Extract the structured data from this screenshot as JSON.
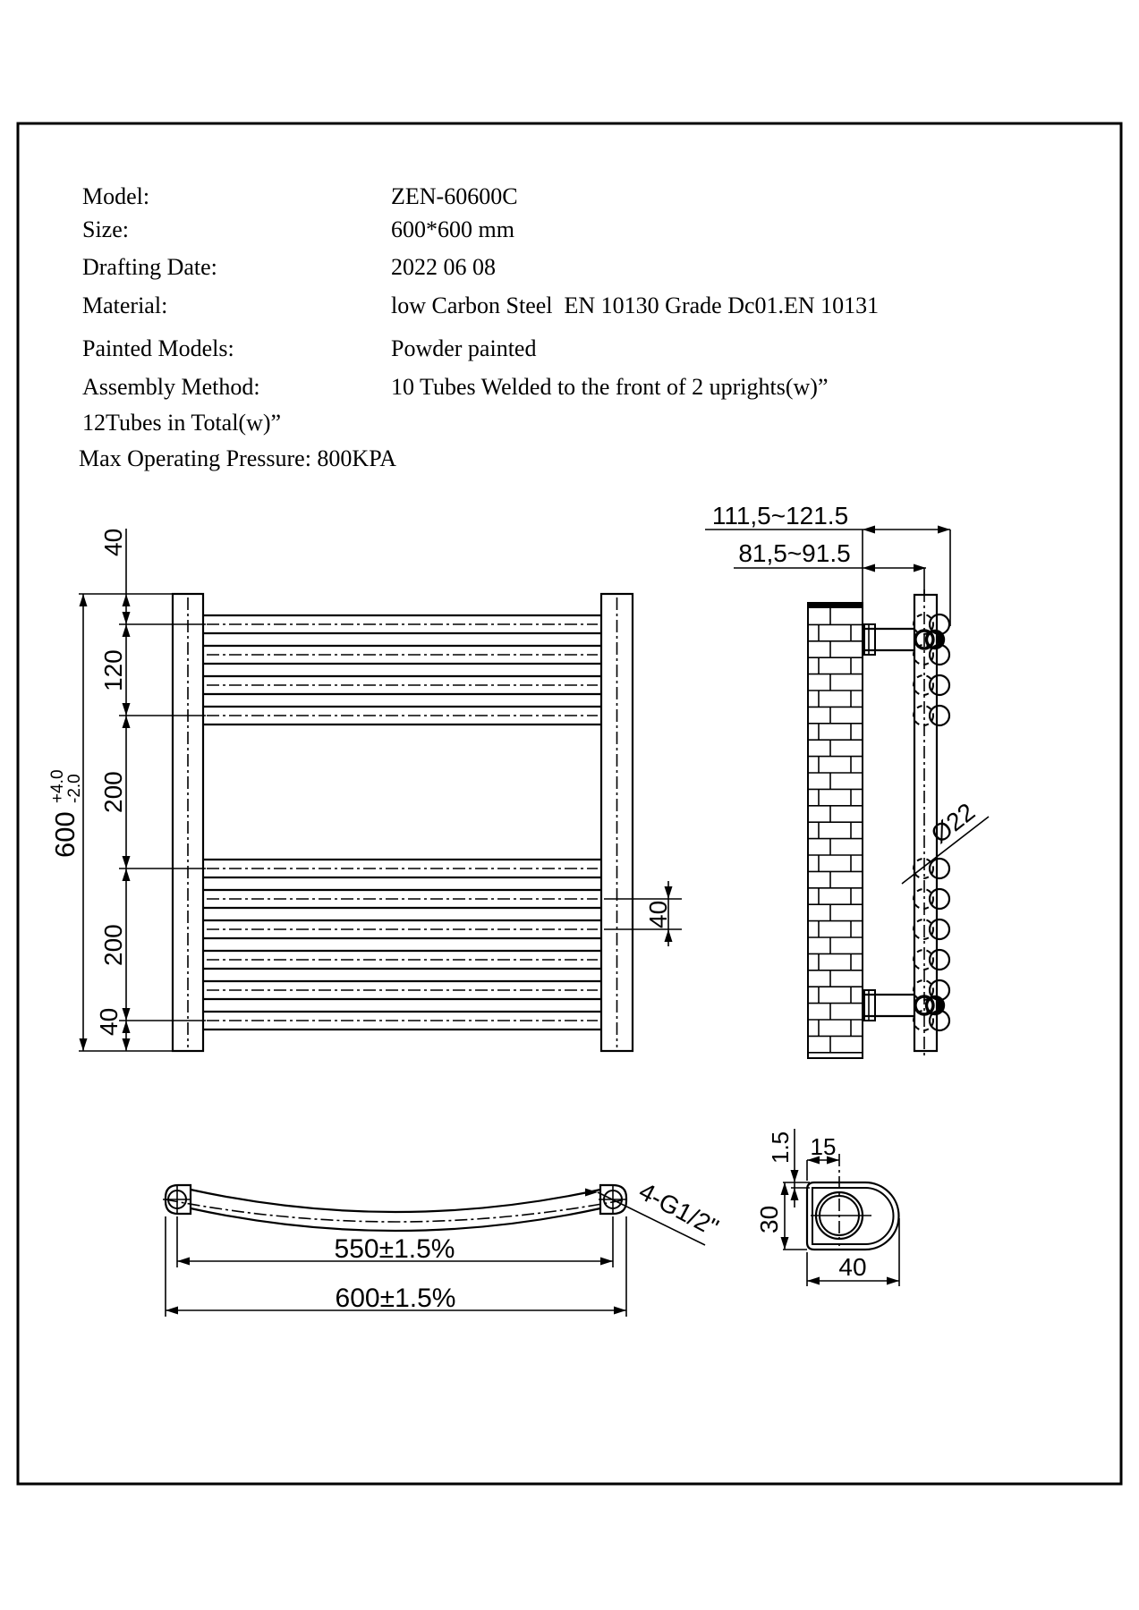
{
  "specs": {
    "rows": [
      {
        "label": "Model:",
        "value": "ZEN-60600C"
      },
      {
        "label": "Size:",
        "value": "600*600 mm"
      },
      {
        "label": "Drafting Date:",
        "value": "2022 06 08"
      },
      {
        "label": "Material:",
        "value": "low Carbon Steel  EN 10130 Grade Dc01.EN 10131"
      },
      {
        "label": "Painted Models:",
        "value": "Powder painted"
      },
      {
        "label": "Assembly Method:",
        "value": "10 Tubes Welded to the front of 2 uprights(w)”"
      }
    ],
    "note": "12Tubes in Total(w)”",
    "pressure": "Max Operating Pressure: 800KPA"
  },
  "front_view": {
    "dims": {
      "top_gap": "40",
      "group1_span": "120",
      "mid_gap": "200",
      "group2_span": "200",
      "bottom_gap": "40",
      "height": "600",
      "tol_plus": "+4.0",
      "tol_minus": "-2.0",
      "tube_pitch": "40"
    },
    "tube_count": 10
  },
  "side_view": {
    "dims": {
      "wall_to_tube_front": "111,5~121.5",
      "wall_to_upright_center": "81,5~91.5",
      "tube_diameter": "Ø22"
    }
  },
  "bottom_view": {
    "dims": {
      "hole_centers": "550±1.5%",
      "overall_width": "600±1.5%",
      "thread_spec": "4-G1/2\""
    }
  },
  "bracket_detail": {
    "dims": {
      "thickness": "1.5",
      "hole_offset": "15",
      "height": "30",
      "width": "40"
    }
  }
}
